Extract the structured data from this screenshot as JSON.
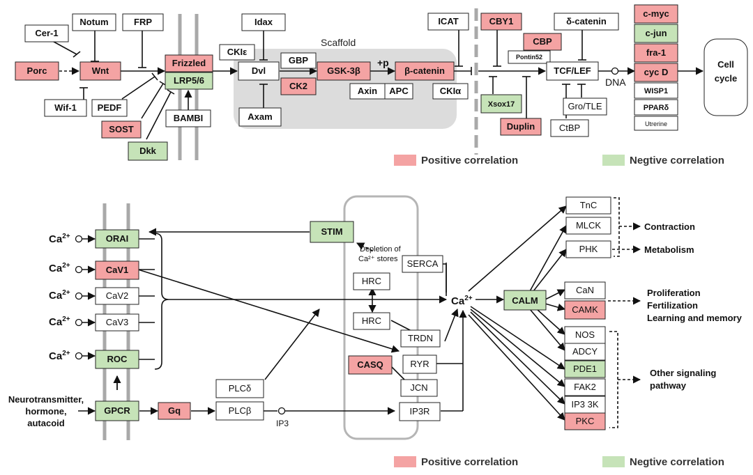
{
  "colors": {
    "positive": "#f4a3a3",
    "negative": "#c6e3b8",
    "neutral": "#ffffff",
    "scaffold_bg": "#dcdcdc",
    "membrane": "#a9a9a9"
  },
  "wnt": {
    "scaffold_label": "Scaffold",
    "plus_p": "+p",
    "dna": "DNA",
    "cell_cycle": [
      "Cell",
      "cycle"
    ],
    "nodes": {
      "cer1": "Cer-1",
      "notum": "Notum",
      "frp": "FRP",
      "porc": "Porc",
      "wnt": "Wnt",
      "wif1": "Wif-1",
      "pedf": "PEDF",
      "sost": "SOST",
      "dkk": "Dkk",
      "frizzled": "Frizzled",
      "lrp": "LRP5/6",
      "bambi": "BAMBI",
      "idax": "Idax",
      "ckie": "CKIε",
      "dvl": "Dvl",
      "gbp": "GBP",
      "ck2": "CK2",
      "axam": "Axam",
      "gsk": "GSK-3β",
      "axin": "Axin",
      "apc": "APC",
      "bcat": "β-catenin",
      "ckia": "CKIα",
      "icat": "ICAT",
      "cby1": "CBY1",
      "cbp": "CBP",
      "pontin": "Pontin52",
      "dcat": "δ-catenin",
      "tcf": "TCF/LEF",
      "xsox": "Xsox17",
      "duplin": "Duplin",
      "grotle": "Gro/TLE",
      "ctbp": "CtBP",
      "cmyc": "c-myc",
      "cjun": "c-jun",
      "fra1": "fra-1",
      "cycd": "cyc D",
      "wisp1": "WISP1",
      "ppard": "PPARδ",
      "utrerine": "Utrerine"
    }
  },
  "calcium": {
    "ca": "Ca",
    "ca_sup": "2+",
    "depletion": [
      "Depletion of",
      "Ca²⁺ stores"
    ],
    "ip3_label": "IP3",
    "neuro": [
      "Neurotransmitter,",
      "hormone,",
      "autacoid"
    ],
    "nodes": {
      "orai": "ORAI",
      "cav1": "CaV1",
      "cav2": "CaV2",
      "cav3": "CaV3",
      "roc": "ROC",
      "gpcr": "GPCR",
      "gq": "Gq",
      "stim": "STIM",
      "serca": "SERCA",
      "hrc1": "HRC",
      "hrc2": "HRC",
      "trdn": "TRDN",
      "casq": "CASQ",
      "ryr": "RYR",
      "jcn": "JCN",
      "ip3r": "IP3R",
      "plcd": "PLCδ",
      "plcb": "PLCβ",
      "calm": "CALM",
      "tnc": "TnC",
      "mlck": "MLCK",
      "phk": "PHK",
      "can": "CaN",
      "camk": "CAMK",
      "nos": "NOS",
      "adcy": "ADCY",
      "pde1": "PDE1",
      "fak2": "FAK2",
      "ip33k": "IP3 3K",
      "pkc": "PKC"
    },
    "outcomes": {
      "contraction": "Contraction",
      "metabolism": "Metabolism",
      "proliferation": "Proliferation",
      "fertilization": "Fertilization",
      "learning": "Learning and memory",
      "other": [
        "Other signaling",
        "pathway"
      ]
    }
  },
  "legend": {
    "positive": "Positive correlation",
    "negative": "Negtive correlation"
  }
}
